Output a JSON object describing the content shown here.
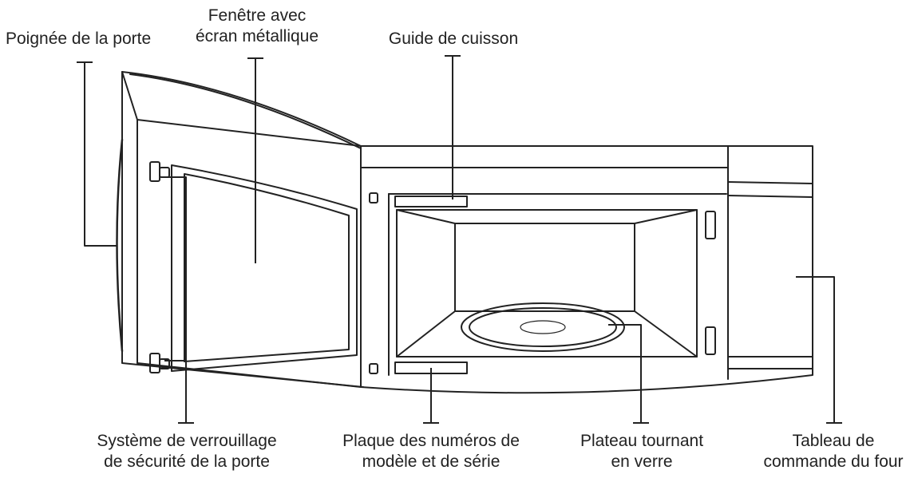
{
  "labels": {
    "door_handle": "Poignée de la porte",
    "window": {
      "line1": "Fenêtre avec",
      "line2": "écran métallique"
    },
    "cooking_guide": "Guide de cuisson",
    "door_lock": {
      "line1": "Système de verrouillage",
      "line2": "de sécurité de la porte"
    },
    "model_plate": {
      "line1": "Plaque des numéros de",
      "line2": "modèle et de série"
    },
    "turntable": {
      "line1": "Plateau tournant",
      "line2": "en verre"
    },
    "control_panel": {
      "line1": "Tableau de",
      "line2": "commande du four"
    }
  },
  "colors": {
    "line": "#222222",
    "text": "#222222"
  }
}
